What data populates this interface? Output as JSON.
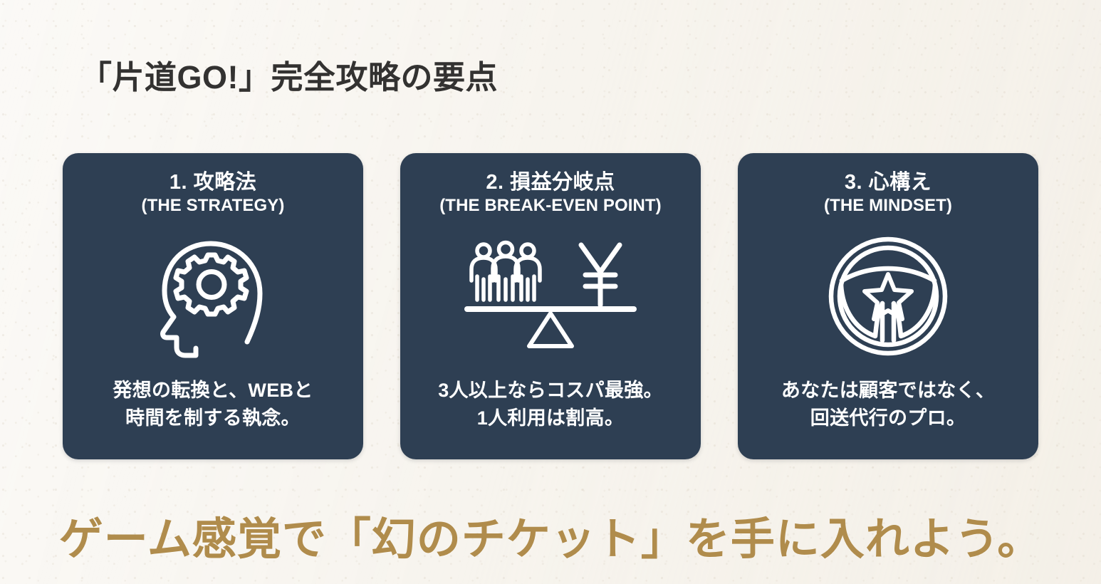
{
  "page": {
    "title": "「片道GO!」完全攻略の要点",
    "tagline": "ゲーム感覚で「幻のチケット」を手に入れよう。",
    "colors": {
      "background": "#f7f4ee",
      "card_background": "#2e3f53",
      "title_text": "#333231",
      "card_text": "#ffffff",
      "tagline_gold": "#b08c4c"
    }
  },
  "cards": [
    {
      "heading_ja": "1. 攻略法",
      "heading_en": "(THE STRATEGY)",
      "icon": "head-with-gear-icon",
      "caption": "発想の転換と、WEBと\n時間を制する執念。"
    },
    {
      "heading_ja": "2. 損益分岐点",
      "heading_en": "(THE BREAK-EVEN POINT)",
      "icon": "balance-scale-people-yen-icon",
      "caption": "3人以上ならコスパ最強。\n1人利用は割高。"
    },
    {
      "heading_ja": "3. 心構え",
      "heading_en": "(THE MINDSET)",
      "icon": "steering-wheel-star-icon",
      "caption": "あなたは顧客ではなく、\n回送代行のプロ。"
    }
  ]
}
